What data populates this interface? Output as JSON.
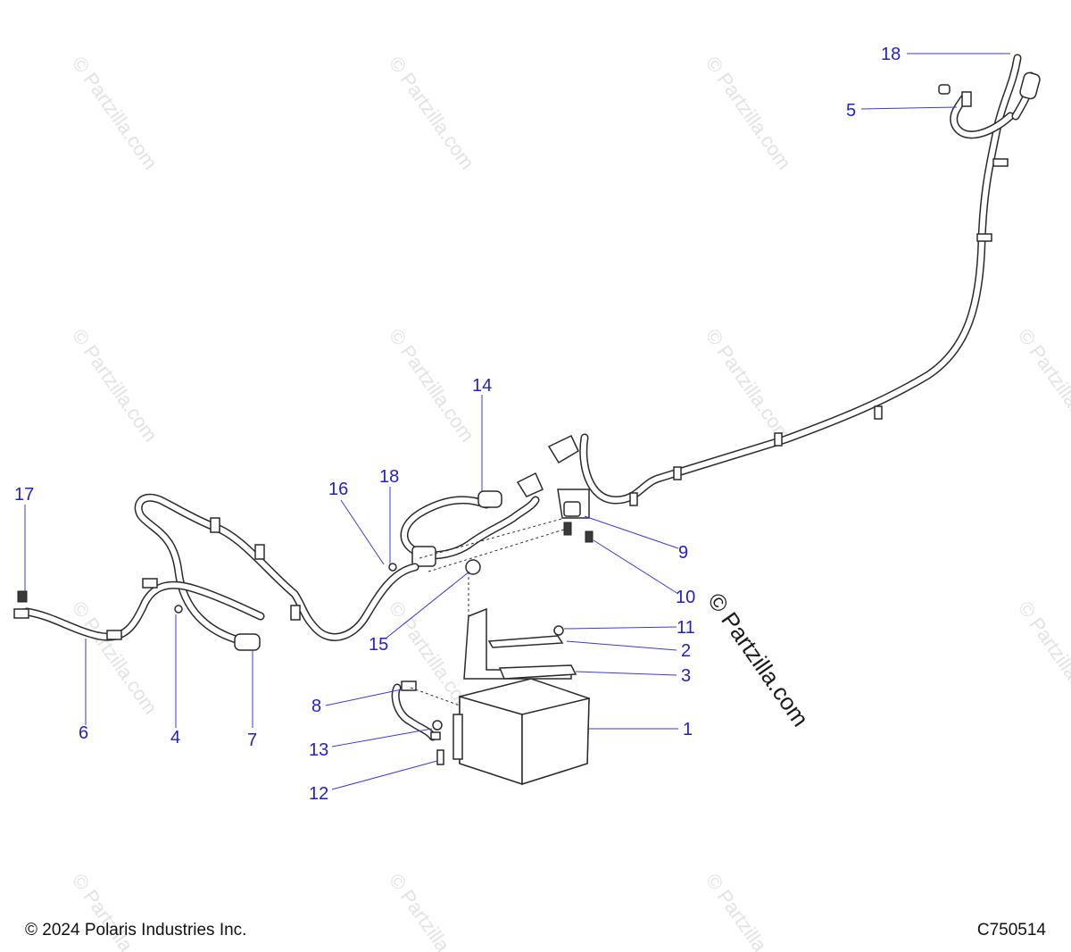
{
  "watermark": {
    "text": "© Partzilla.com"
  },
  "brand_stamp": {
    "text": "© Partzilla.com"
  },
  "footer": {
    "copyright": "© 2024 Polaris Industries Inc.",
    "drawing_code": "C750514"
  },
  "callouts": {
    "c1": "1",
    "c2": "2",
    "c3": "3",
    "c4": "4",
    "c5": "5",
    "c6": "6",
    "c7": "7",
    "c8": "8",
    "c9": "9",
    "c10": "10",
    "c11": "11",
    "c12": "12",
    "c13": "13",
    "c14": "14",
    "c15": "15",
    "c16": "16",
    "c17": "17",
    "c18a": "18",
    "c18b": "18"
  }
}
